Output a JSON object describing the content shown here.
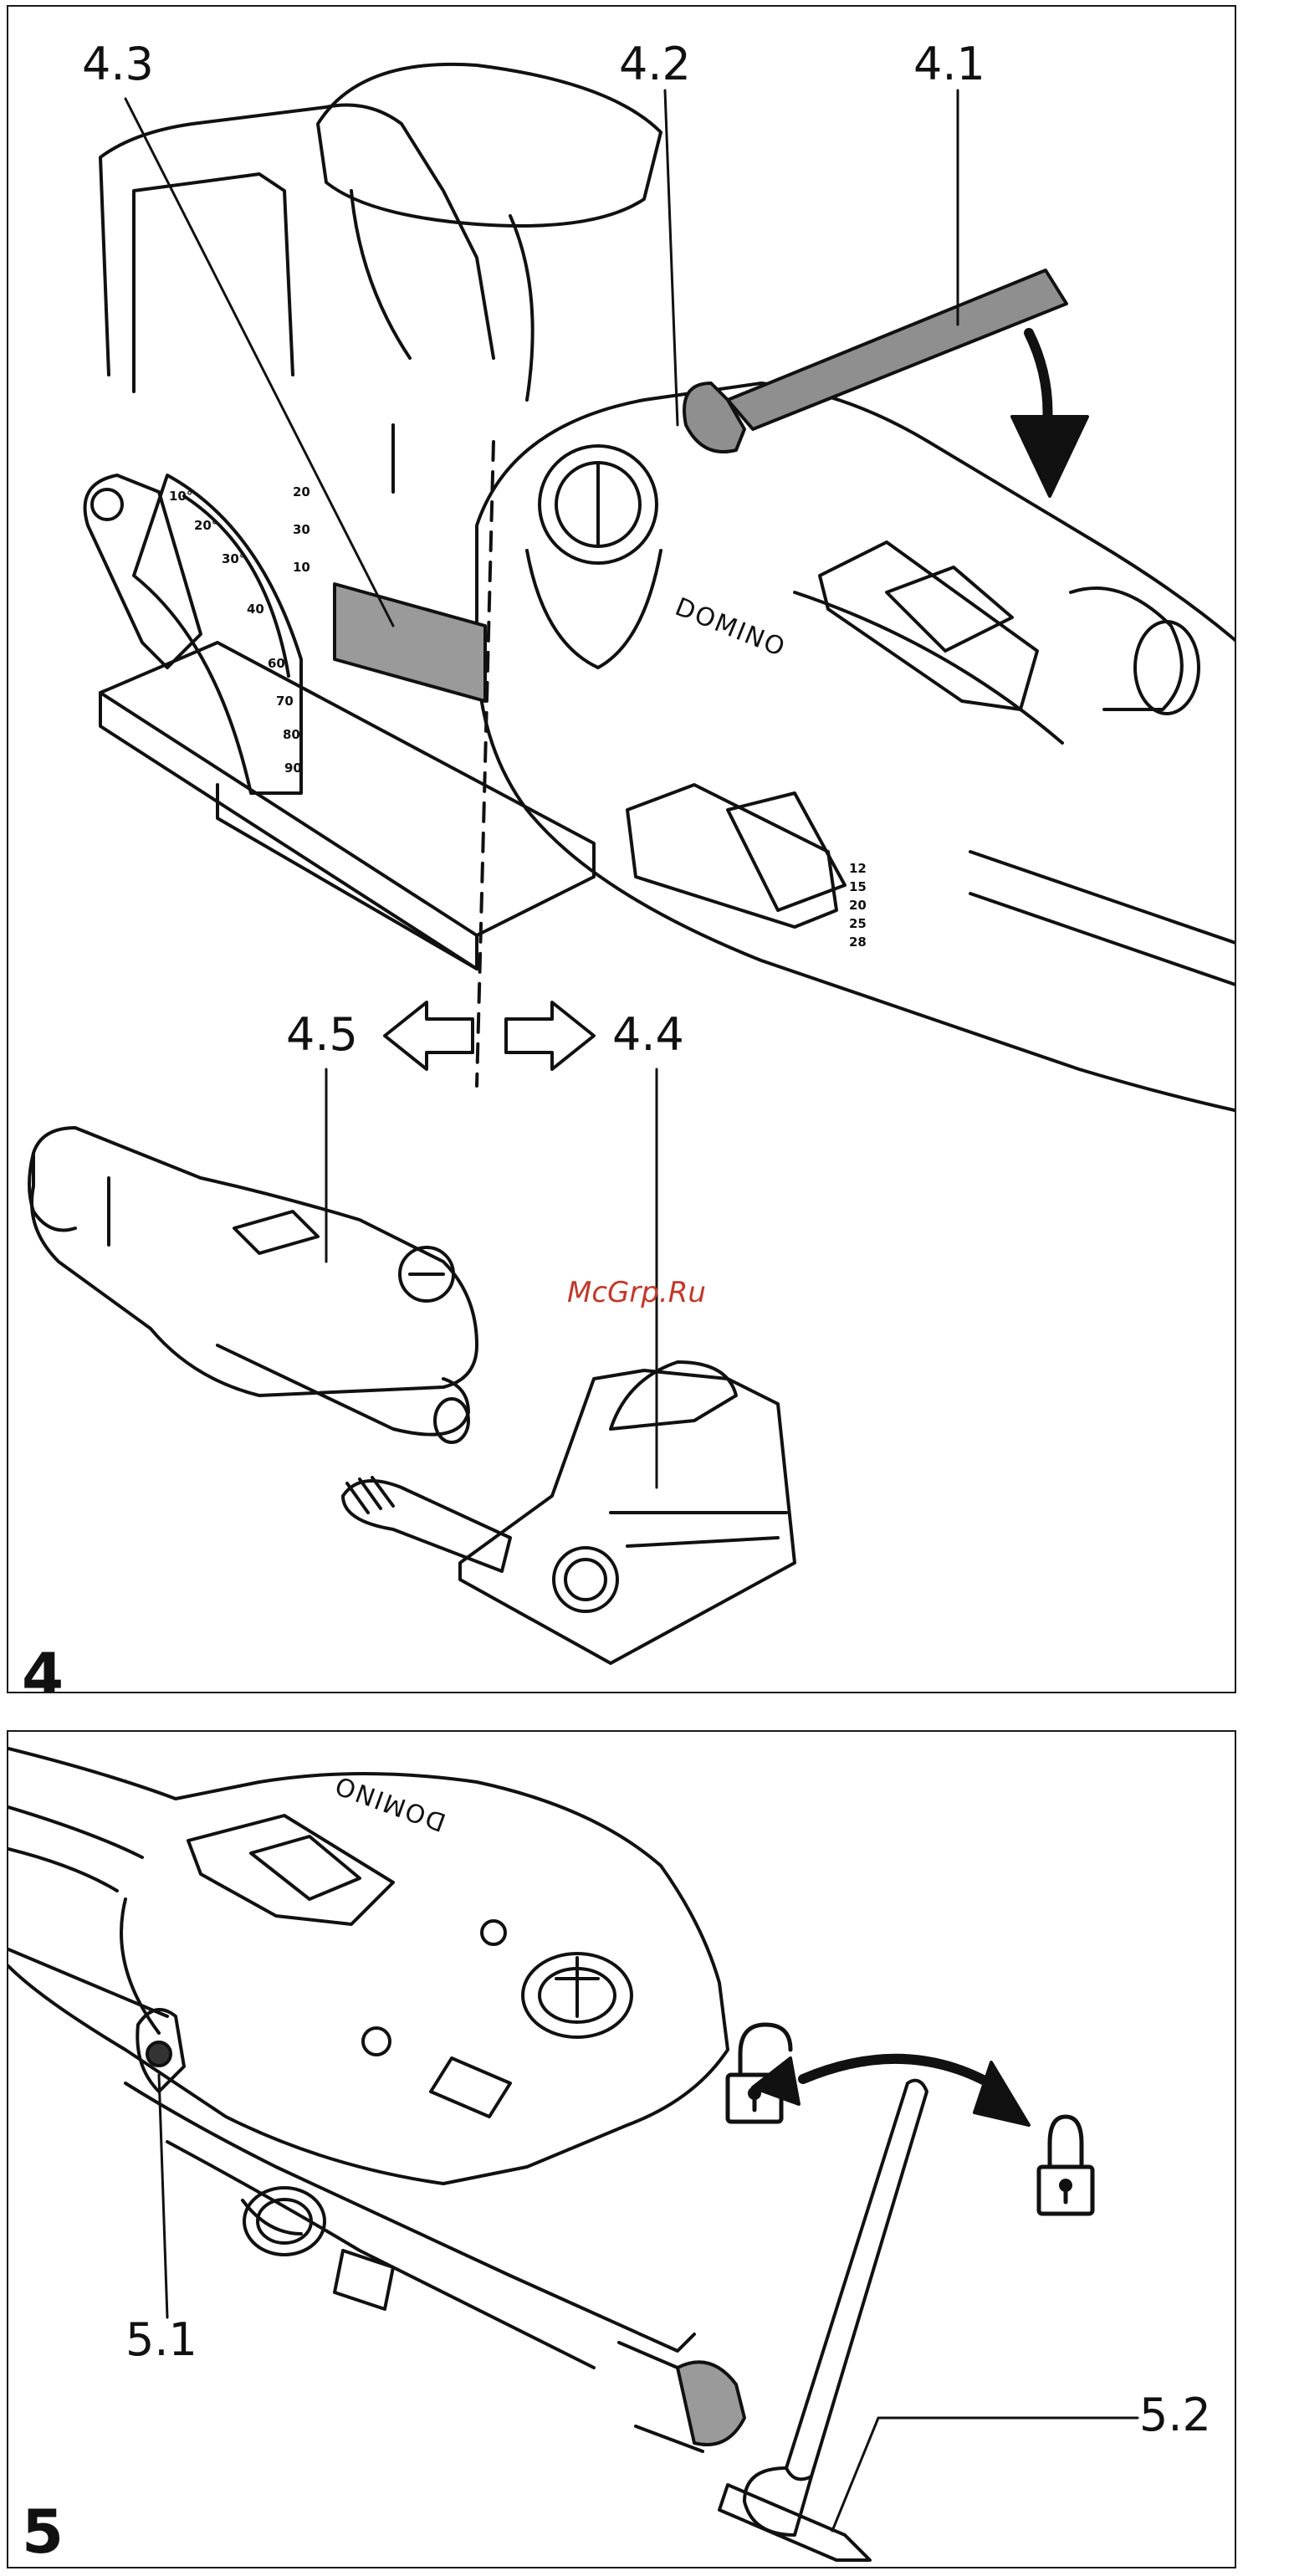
{
  "figure_4": {
    "number": "4",
    "callouts": {
      "c4_1": "4.1",
      "c4_2": "4.2",
      "c4_3": "4.3",
      "c4_4": "4.4",
      "c4_5": "4.5"
    },
    "brand_label": "DOMINO",
    "depth_scale": [
      "12",
      "15",
      "20",
      "25",
      "28"
    ],
    "angle_scale": [
      "10°",
      "20°",
      "30°",
      "40",
      "60",
      "70",
      "80",
      "90"
    ],
    "fence_scale": [
      "20",
      "30",
      "10"
    ]
  },
  "figure_5": {
    "number": "5",
    "callouts": {
      "c5_1": "5.1",
      "c5_2": "5.2"
    },
    "brand_label": "DOMINO"
  },
  "watermark": "McGrp.Ru"
}
